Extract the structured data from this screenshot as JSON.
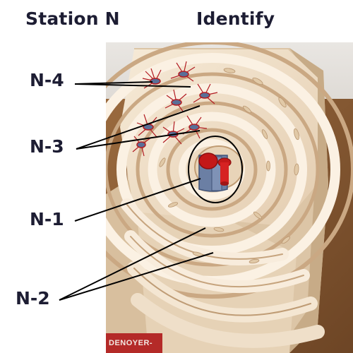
{
  "header": {
    "station": "Station N",
    "instruction": "Identify"
  },
  "labels": {
    "n4": "N-4",
    "n3": "N-3",
    "n1": "N-1",
    "n2": "N-2"
  },
  "model": {
    "brand": "DENOYER-"
  },
  "colors": {
    "text": "#1d1d33",
    "model_cream": "#efdcc2",
    "model_shadow": "#c9ab86",
    "lumen_red": "#c31818",
    "lumen_blue": "#5a6f97",
    "capillary_red": "#b21c22",
    "table_wood": "#8a5a33"
  }
}
